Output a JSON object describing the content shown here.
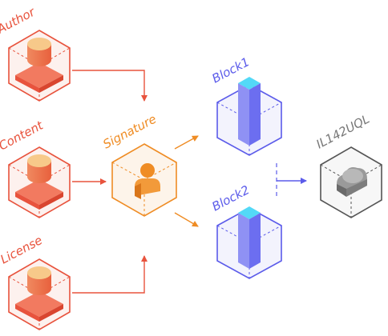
{
  "nodes": {
    "author": {
      "label": "Author"
    },
    "content": {
      "label": "Content"
    },
    "license": {
      "label": "License"
    },
    "signature": {
      "label": "Signature"
    },
    "block1": {
      "label": "Block1"
    },
    "block2": {
      "label": "Block2"
    },
    "output": {
      "label": "IL142UQL"
    }
  },
  "colors": {
    "red": "#e8533d",
    "red_fill": "#f27a60",
    "red_light": "#fbd3c9",
    "disk_face": "#f7c98a",
    "orange": "#ef8c24",
    "orange_light": "#fbe6cf",
    "blue": "#5b5bea",
    "blue_fill": "#8f91f4",
    "blue_light": "#dfe0fb",
    "cyan": "#53d9f7",
    "gray": "#666666",
    "gray_light": "#e6e6e6",
    "output_label": "#777777"
  },
  "icons": {
    "author": "coin-stack-icon",
    "content": "coin-stack-icon",
    "license": "coin-stack-icon",
    "signature": "person-icon",
    "block1": "tower-icon",
    "block2": "tower-icon",
    "output": "cloud-icon"
  }
}
